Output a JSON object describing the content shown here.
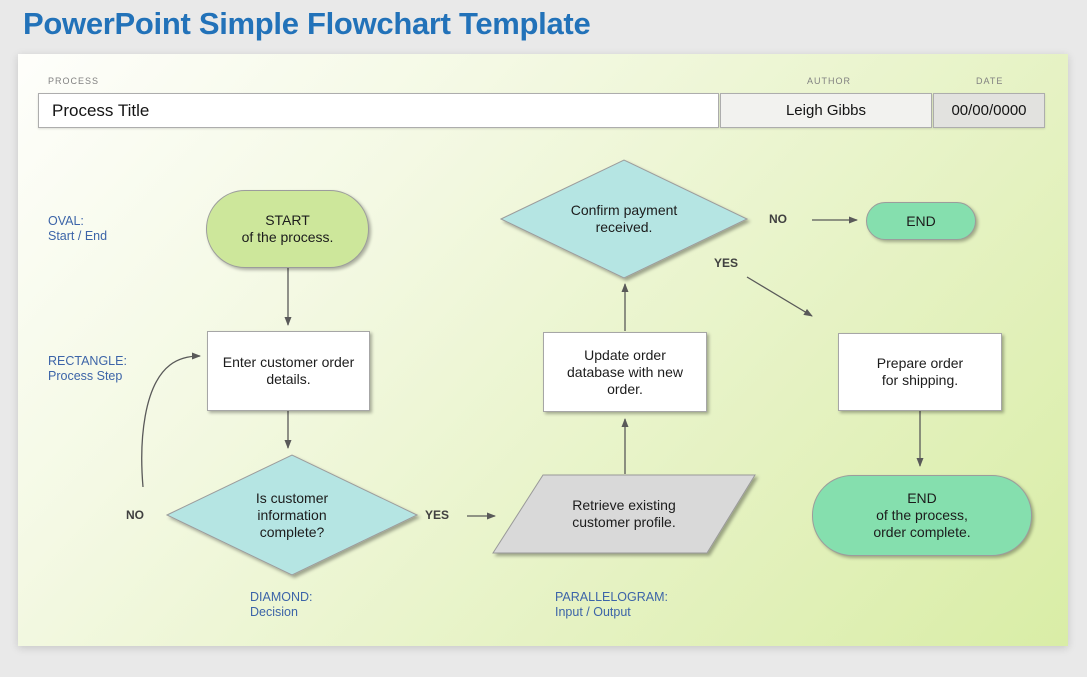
{
  "page_title": "PowerPoint Simple Flowchart Template",
  "header": {
    "process_label": "PROCESS",
    "process_value": "Process Title",
    "author_label": "AUTHOR",
    "author_value": "Leigh Gibbs",
    "date_label": "DATE",
    "date_value": "00/00/0000"
  },
  "legend": {
    "oval_line1": "OVAL:",
    "oval_line2": "Start / End",
    "rectangle_line1": "RECTANGLE:",
    "rectangle_line2": "Process Step",
    "diamond_line1": "DIAMOND:",
    "diamond_line2": "Decision",
    "parallelogram_line1": "PARALLELOGRAM:",
    "parallelogram_line2": "Input / Output"
  },
  "flowchart": {
    "start_oval": {
      "line1": "START",
      "line2": "of the process."
    },
    "enter_rect": {
      "line1": "Enter customer order",
      "line2": "details."
    },
    "decision1": {
      "line1": "Is customer",
      "line2": "information",
      "line3": "complete?"
    },
    "no1": "NO",
    "yes1": "YES",
    "parallelogram": {
      "line1": "Retrieve existing",
      "line2": "customer profile."
    },
    "update_rect": {
      "line1": "Update order",
      "line2": "database with new",
      "line3": "order."
    },
    "decision2": {
      "line1": "Confirm payment",
      "line2": "received."
    },
    "no2": "NO",
    "yes2": "YES",
    "end_oval_top": "END",
    "prepare_rect": {
      "line1": "Prepare order",
      "line2": "for shipping."
    },
    "end_oval_bottom": {
      "line1": "END",
      "line2": "of the process,",
      "line3": "order complete."
    }
  },
  "colors": {
    "title_blue": "#2272b9",
    "legend_blue": "#3c64a8",
    "oval_green": "#cde79b",
    "oval_mint": "#85dfae",
    "diamond_cyan": "#b5e5e3",
    "parallelogram_gray": "#d9d9d9",
    "connector_gray": "#595959",
    "canvas_green": "#d9eda6",
    "page_bg": "#e9e9e9"
  }
}
